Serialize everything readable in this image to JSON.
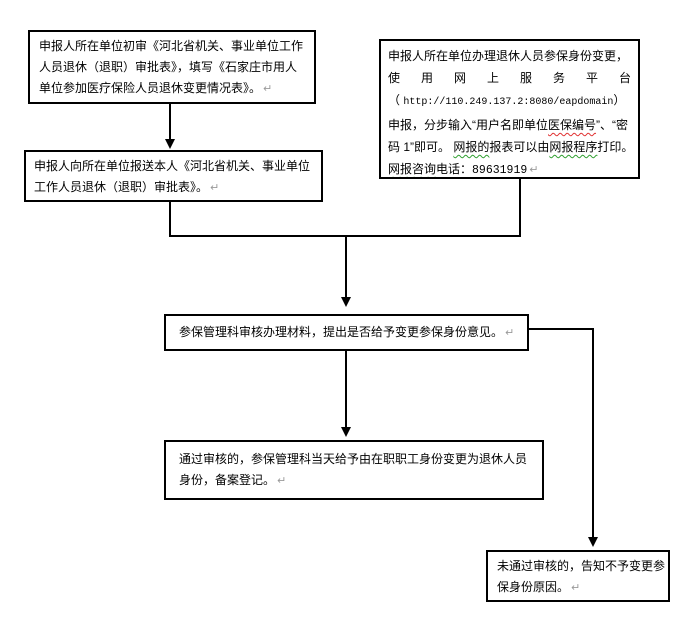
{
  "document": {
    "type": "flowchart",
    "background": "#ffffff",
    "box_border_color": "#000000",
    "connector_color": "#000000",
    "spellcheck_green": "#2e9e2e",
    "spellcheck_red": "#e03030"
  },
  "marks": {
    "return": "↵"
  },
  "box1": {
    "lines": [
      "申报人所在单位初审《河北省机关、事业单位工作",
      "人员退休（退职）审批表》，填写《石家庄市用人",
      "单位参加医疗保险人员退休变更情况表》。"
    ]
  },
  "box2": {
    "lines": [
      "申报人向所在单位报送本人《河北省机关、事业单位",
      "工作人员退休（退职）审批表》。"
    ]
  },
  "right_box": {
    "line1": "申报人所在单位办理退休人员参保身份变更，",
    "line2": "使 用 网 上 服 务 平 台",
    "line3_open": "（ ",
    "line3_url": "http://110.249.137.2:8080/eapdomain",
    "line3_close": "）",
    "line4_a": "申报，分步输入“用户名即单位",
    "line4_misspelled": "医保编号",
    "line4_b": "”、“密",
    "line5_a": "码 1”即可。 ",
    "line5_net1": "网报的",
    "line5_b": "报表可以由",
    "line5_net2": "网报程序",
    "line5_c": "打印。",
    "line6_net": "网报咨询",
    "line6_a": "电话：",
    "line6_phone": "89631919"
  },
  "box3": {
    "line": "参保管理科审核办理材料，提出是否给予变更参保身份意见。"
  },
  "box4": {
    "lines": [
      "通过审核的，参保管理科当天给予由在职职工身份变更为退休人员",
      "身份，备案登记。"
    ]
  },
  "box5": {
    "lines": [
      "未通过审核的，告知不予变更参",
      "保身份原因。"
    ]
  }
}
